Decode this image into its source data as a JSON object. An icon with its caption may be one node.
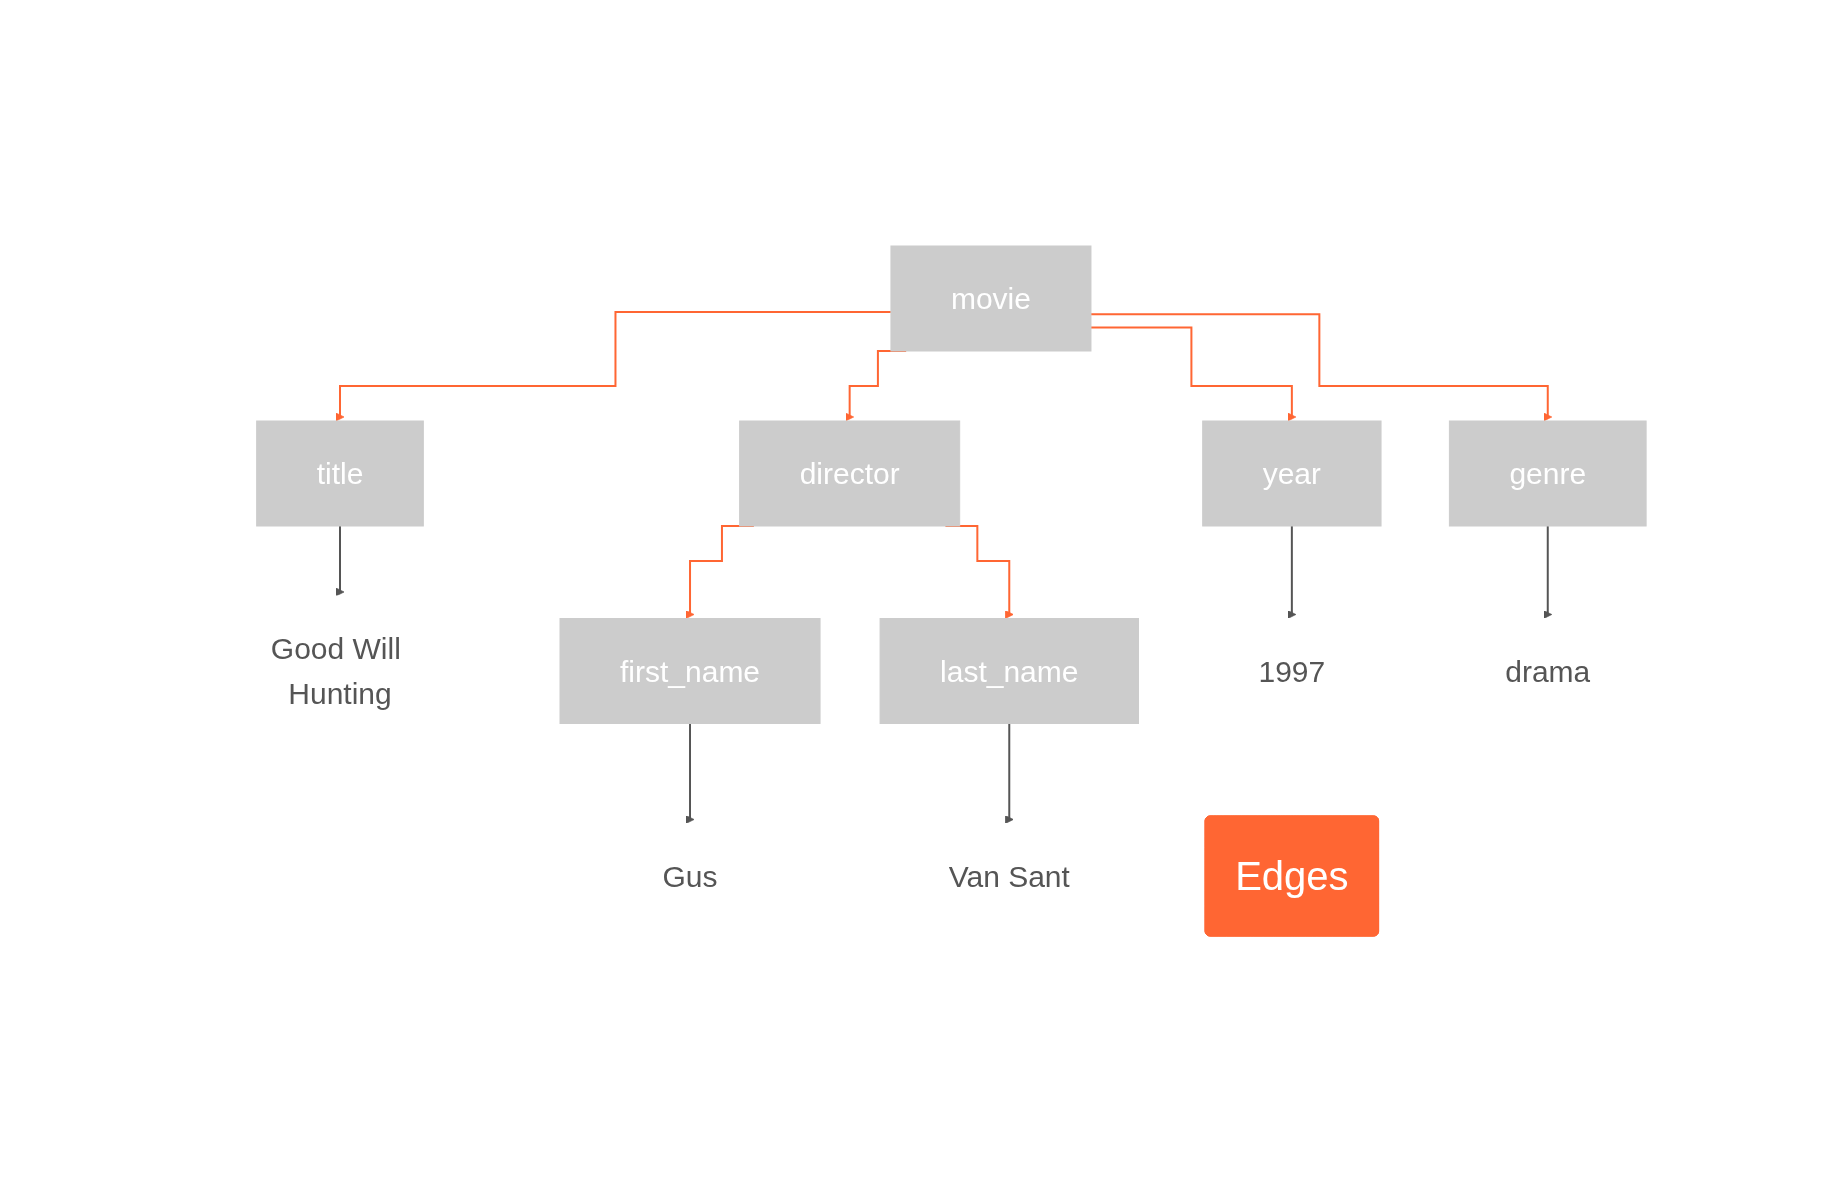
{
  "diagram": {
    "nodes": [
      {
        "text": [
          "movie"
        ]
      },
      {
        "text": [
          "title"
        ]
      },
      {
        "text": [
          "director"
        ]
      },
      {
        "text": [
          "year"
        ]
      },
      {
        "text": [
          "genre"
        ]
      },
      {
        "text": [
          "Good Will Hunting"
        ]
      },
      {
        "text": [
          "first_name"
        ]
      },
      {
        "text": [
          "last_name"
        ]
      },
      {
        "text": [
          "1997"
        ]
      },
      {
        "text": [
          "drama"
        ]
      },
      {
        "text": [
          "Edges"
        ]
      },
      {
        "text": [
          "Gus"
        ]
      },
      {
        "text": [
          "Van Sant"
        ]
      }
    ],
    "edges": [
      {
        "from": 0,
        "to": 1,
        "arrow": "to"
      },
      {
        "from": 0,
        "to": 2,
        "arrow": "to"
      },
      {
        "from": 0,
        "to": 3,
        "arrow": "to"
      },
      {
        "from": 0,
        "to": 4,
        "arrow": "to"
      },
      {
        "from": 1,
        "to": 5,
        "arrow": "to",
        "color": "#555555"
      },
      {
        "from": 2,
        "to": 6,
        "arrow": "to"
      },
      {
        "from": 2,
        "to": 7,
        "arrow": "to"
      },
      {
        "from": 3,
        "to": 8,
        "arrow": "to",
        "color": "#555555"
      },
      {
        "from": 4,
        "to": 9,
        "arrow": "to",
        "color": "#555555"
      },
      {
        "from": 6,
        "to": 11,
        "arrow": "to",
        "color": "#555555"
      },
      {
        "from": 7,
        "to": 12,
        "arrow": "to",
        "color": "#555555"
      }
    ]
  }
}
